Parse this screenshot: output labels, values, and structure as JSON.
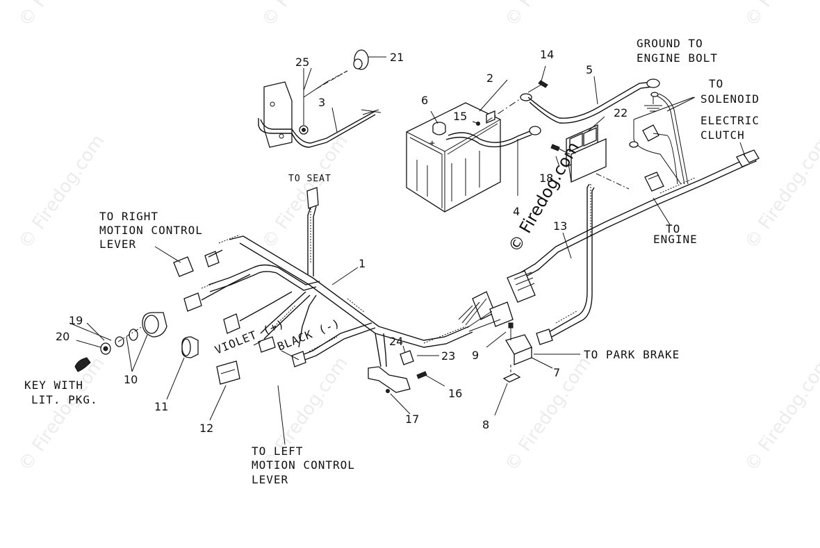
{
  "watermark": {
    "copyright_text": "© Firedog.com",
    "faint_text": "© Firedog.com"
  },
  "callouts": {
    "n1": "1",
    "n2": "2",
    "n3": "3",
    "n4": "4",
    "n5": "5",
    "n6": "6",
    "n7": "7",
    "n8": "8",
    "n9": "9",
    "n10": "10",
    "n11": "11",
    "n12": "12",
    "n13": "13",
    "n14": "14",
    "n15": "15",
    "n16": "16",
    "n17": "17",
    "n18": "18",
    "n19": "19",
    "n20": "20",
    "n21": "21",
    "n22": "22",
    "n23": "23",
    "n24": "24",
    "n25": "25"
  },
  "labels": {
    "ground_l1": "GROUND TO",
    "ground_l2": "ENGINE BOLT",
    "solenoid_l1": "TO",
    "solenoid_l2": "SOLENOID",
    "clutch_l1": "ELECTRIC",
    "clutch_l2": "CLUTCH",
    "to_seat": "TO SEAT",
    "right_l1": "TO RIGHT",
    "right_l2": "MOTION CONTROL",
    "right_l3": "LEVER",
    "engine_l1": "TO",
    "engine_l2": "ENGINE",
    "violet": "VIOLET (+)",
    "black": "BLACK (-)",
    "park_brake": "TO PARK BRAKE",
    "key_l1": "KEY WITH",
    "key_l2": "LIT. PKG.",
    "left_l1": "TO LEFT",
    "left_l2": "MOTION CONTROL",
    "left_l3": "LEVER"
  }
}
